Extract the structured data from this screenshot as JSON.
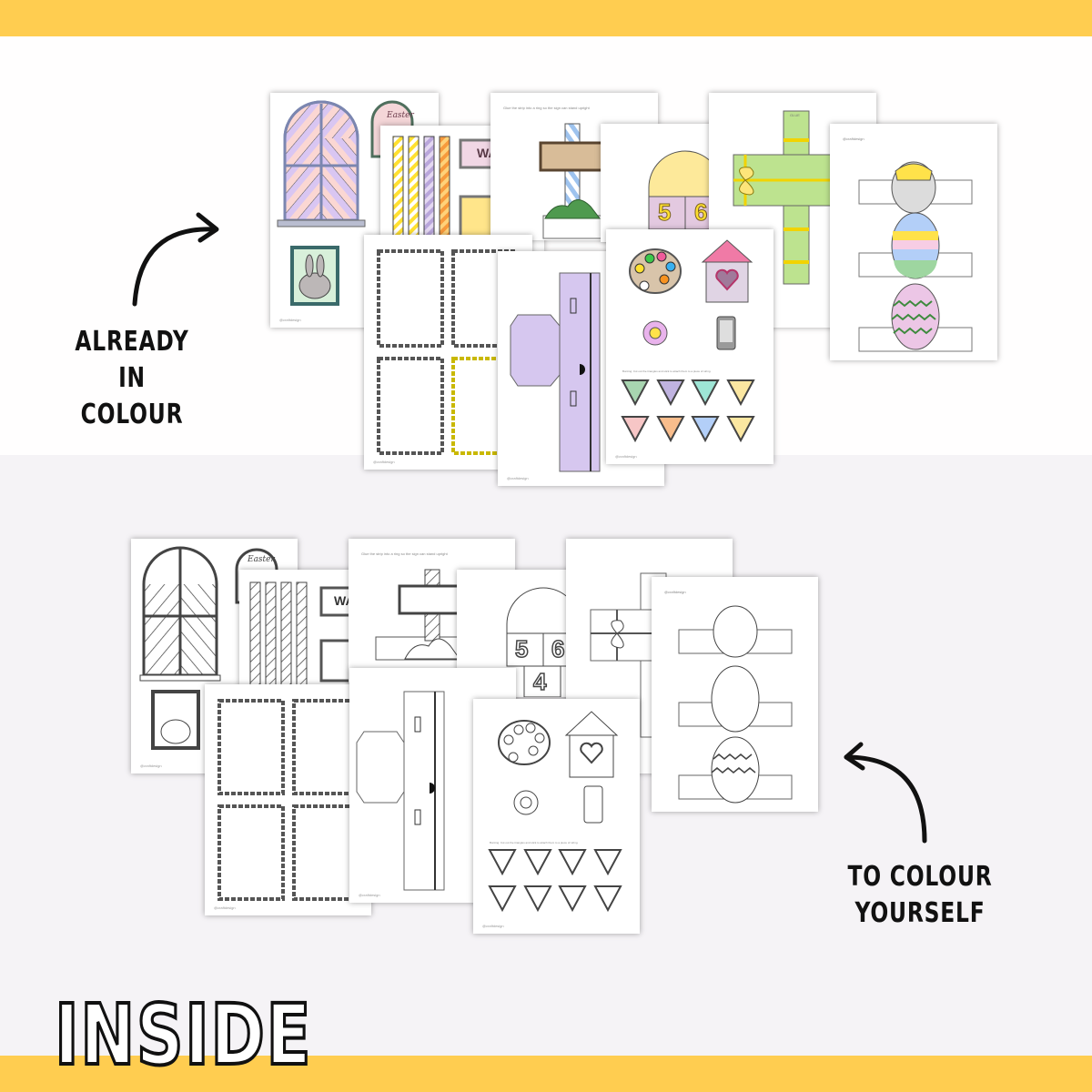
{
  "banner": {
    "title": "INSIDE",
    "accent_color": "#ffcd50",
    "upper_bg": "#fffefe",
    "lower_bg": "#f5f3f6"
  },
  "sections": {
    "colour": {
      "label_line1": "ALREADY IN",
      "label_line2": "COLOUR",
      "arrow": "curved-arrow-right"
    },
    "bw": {
      "label_line1": "TO COLOUR",
      "label_line2": "YOURSELF",
      "arrow": "curved-arrow-left"
    }
  },
  "pages": {
    "window_sign": "Easter",
    "shop_sign": "WA",
    "house_numbers": [
      "5",
      "6",
      "4"
    ],
    "signpost_note": "Glue the strip into a ring so the sign can stand upright",
    "bunting_note": "Bunting: Cut out the triangles and stick to attach them to a piece of string.",
    "footer": "@craftdesign",
    "box_tab": "GLUE"
  },
  "colours": {
    "bunting": [
      "#a8d5b0",
      "#c0b3e0",
      "#9ee5d5",
      "#fbe7a1",
      "#f7c6c6",
      "#f9bd8c",
      "#b3cff8",
      "#fbe7a1"
    ],
    "palette_dots": [
      "#3cc84a",
      "#f05a9a",
      "#ffe030",
      "#38b0f0",
      "#f79220",
      "#ffffff"
    ],
    "egg_chick": "#ffe24a",
    "window": [
      "#d9c6f2",
      "#fbd7d3"
    ],
    "gift": "#bde38f",
    "box": "#d6c7ef"
  }
}
